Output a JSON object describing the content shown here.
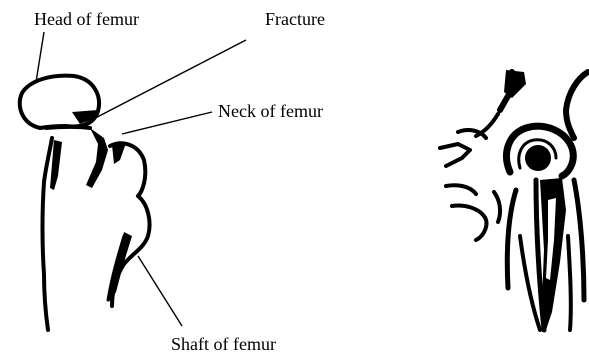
{
  "labels": {
    "head": "Head of femur",
    "fracture": "Fracture",
    "neck": "Neck of femur",
    "shaft": "Shaft of femur"
  },
  "colors": {
    "ink": "#000000",
    "background": "#ffffff"
  }
}
